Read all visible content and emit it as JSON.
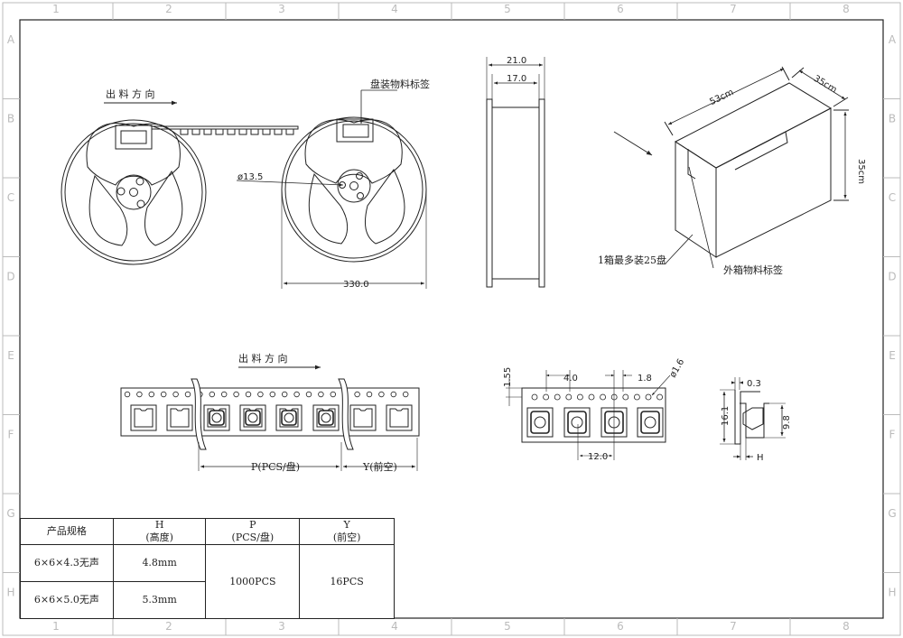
{
  "frame": {
    "col_numbers": [
      "1",
      "2",
      "3",
      "4",
      "5",
      "6",
      "7",
      "8"
    ],
    "row_letters": [
      "A",
      "B",
      "C",
      "D",
      "E",
      "F",
      "G",
      "H"
    ]
  },
  "labels": {
    "feed_direction_top": "出 料 方 向",
    "feed_direction_tape": "出 料 方 向",
    "reel_label": "盘装物料标签",
    "hub_diameter": "ø13.5",
    "reel_diameter": "330.0",
    "reel_width_outer": "21.0",
    "reel_width_inner": "17.0",
    "box_length": "53cm",
    "box_depth": "35cm",
    "box_height": "35cm",
    "box_capacity": "1箱最多装25盘",
    "box_label": "外箱物料标签",
    "pitch_p": "P(PCS/盘)",
    "leader_y": "Y(前空)",
    "sprocket_offset": "1.55",
    "sprocket_pitch": "4.0",
    "hole_gap": "1.8",
    "hole_dia": "ø1.6",
    "pocket_pitch": "12.0",
    "tape_width": "16.1",
    "pocket_depth": "9.8",
    "cover_thickness": "0.3",
    "height_h": "H"
  },
  "table": {
    "headers": [
      {
        "line1": "产品规格",
        "line2": ""
      },
      {
        "line1": "H",
        "line2": "(高度)"
      },
      {
        "line1": "P",
        "line2": "(PCS/盘)"
      },
      {
        "line1": "Y",
        "line2": "(前空)"
      }
    ],
    "rows": [
      {
        "spec": "6×6×4.3无声",
        "h": "4.8mm"
      },
      {
        "spec": "6×6×5.0无声",
        "h": "5.3mm"
      }
    ],
    "p_value": "1000PCS",
    "y_value": "16PCS"
  }
}
